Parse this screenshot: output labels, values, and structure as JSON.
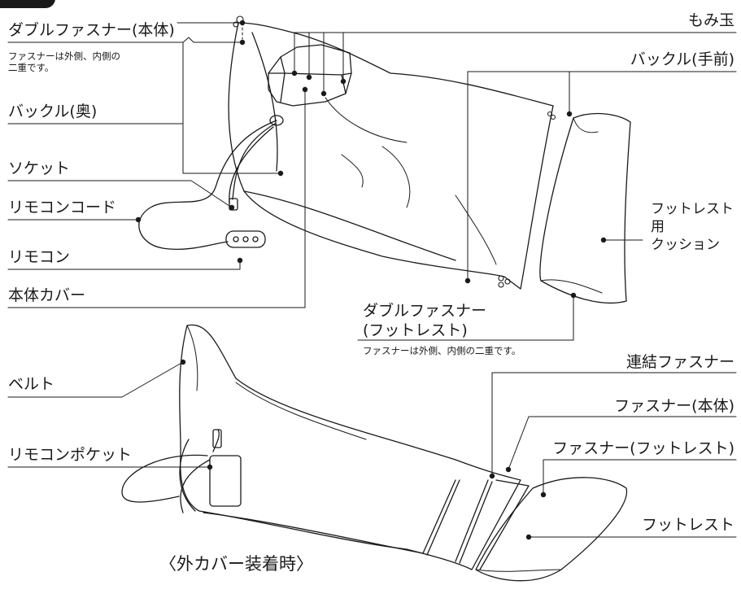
{
  "labels": {
    "double_zipper_main": "ダブルファスナー(本体)",
    "double_zipper_main_note": "ファスナーは外側、内側の\n二重です。",
    "buckle_back": "バックル(奥)",
    "socket": "ソケット",
    "remote_cord": "リモコンコード",
    "remote": "リモコン",
    "body_cover": "本体カバー",
    "massage_balls": "もみ玉",
    "buckle_front": "バックル(手前)",
    "footrest_cushion": "フットレスト用\nクッション",
    "double_zipper_footrest": "ダブルファスナー\n(フットレスト)",
    "double_zipper_footrest_note": "ファスナーは外側、内側の二重です。",
    "belt": "ベルト",
    "remote_pocket": "リモコンポケット",
    "connecting_zipper": "連結ファスナー",
    "zipper_main": "ファスナー(本体)",
    "zipper_footrest": "ファスナー(フットレスト)",
    "footrest": "フットレスト",
    "caption": "〈外カバー装着時〉"
  }
}
